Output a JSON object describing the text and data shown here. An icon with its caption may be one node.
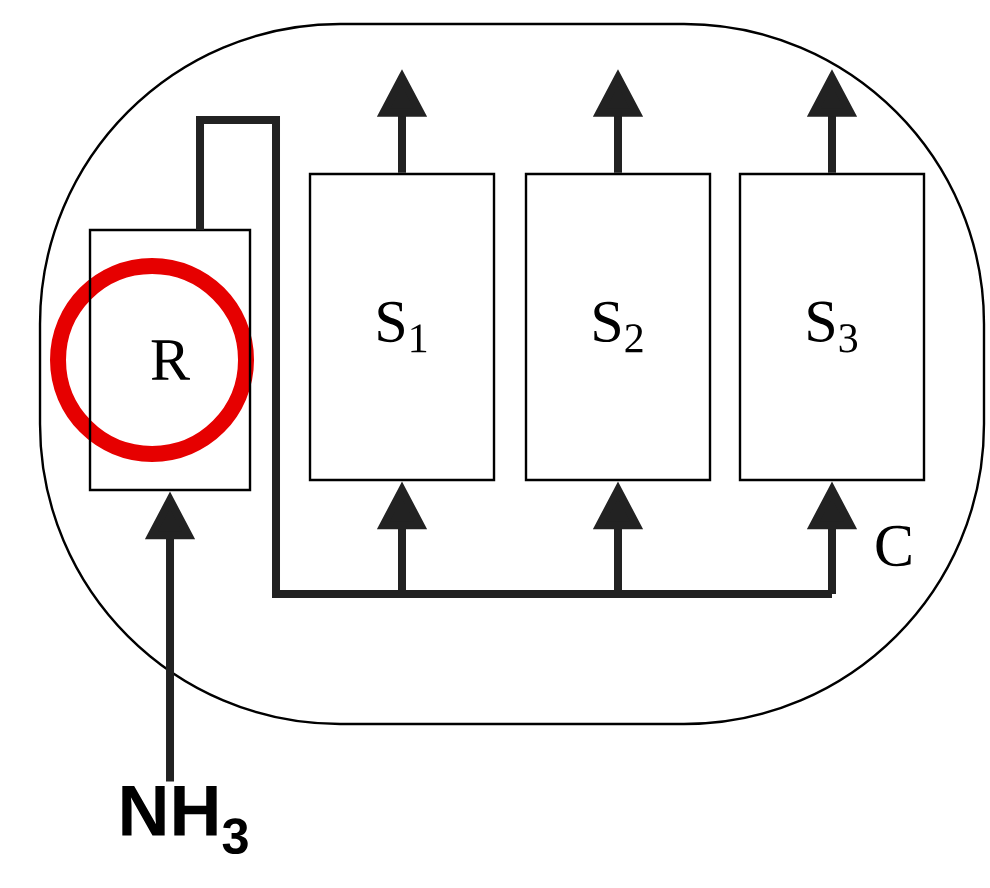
{
  "diagram": {
    "nodes": [
      {
        "text": [
          "C"
        ]
      },
      {
        "text": [
          "R"
        ],
        "in": 0
      },
      {
        "text": [
          "S$_{1}$"
        ],
        "in": 0
      },
      {
        "text": [
          "S$_{2}$"
        ],
        "in": 0
      },
      {
        "text": [
          "S$_{3}$"
        ],
        "in": 0
      },
      {
        "text": [
          "NH$_{3}$"
        ]
      }
    ],
    "edges": [
      {
        "from": 5,
        "to": 1,
        "arrow": "to"
      },
      {
        "from": 1,
        "to": 2,
        "arrow": "to"
      },
      {
        "from": 1,
        "to": 3,
        "arrow": "to"
      },
      {
        "from": 1,
        "to": 4,
        "arrow": "to"
      },
      {
        "from": 2,
        "to": null,
        "arrow": "to"
      },
      {
        "from": 3,
        "to": null,
        "arrow": "to"
      },
      {
        "from": 4,
        "to": null,
        "arrow": "to"
      }
    ]
  }
}
